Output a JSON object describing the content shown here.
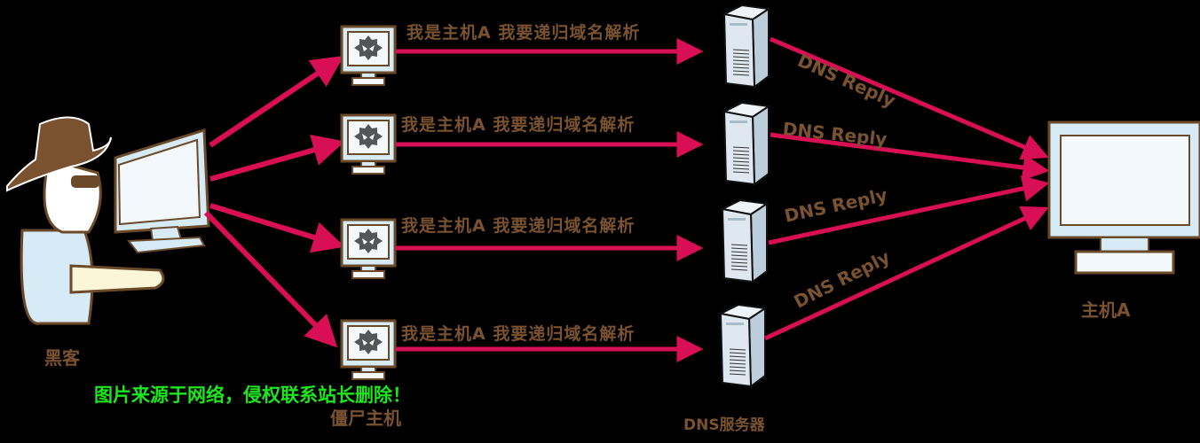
{
  "colors": {
    "arrow": "#d80f55",
    "label_text": "#7a5230",
    "watermark": "#1ee61e",
    "outline": "#6b4a2a",
    "screen_frame": "#d6ebf5",
    "screen": "#f2f8fc",
    "server_body": "#dfe8f0"
  },
  "attacker": {
    "label": "黑客",
    "hat_icon": "hat-icon"
  },
  "bots": {
    "caption": "僵尸主机",
    "icon": "malware-virus-icon",
    "requests": [
      {
        "text": "我是主机A  我要递归域名解析"
      },
      {
        "text": "我是主机A  我要递归域名解析"
      },
      {
        "text": "我是主机A  我要递归域名解析"
      },
      {
        "text": "我是主机A  我要递归域名解析"
      }
    ]
  },
  "dns_servers": {
    "caption": "DNS服务器",
    "replies": [
      {
        "text": "DNS Reply"
      },
      {
        "text": "DNS Reply"
      },
      {
        "text": "DNS Reply"
      },
      {
        "text": "DNS Reply"
      }
    ]
  },
  "victim": {
    "label": "主机A"
  },
  "watermark": "图片来源于网络，侵权联系站长删除！"
}
